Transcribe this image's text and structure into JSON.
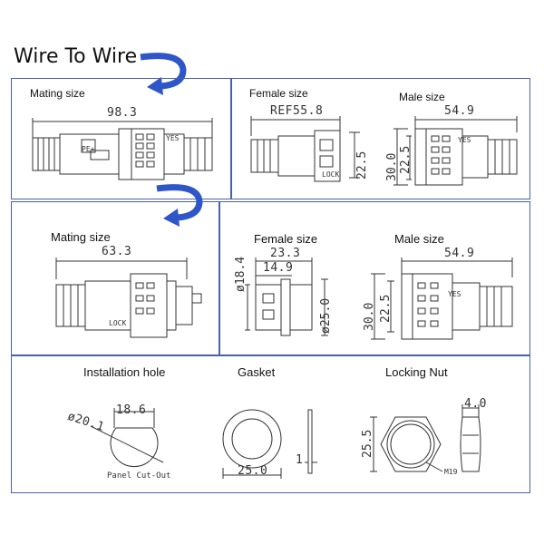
{
  "title": "Wire To Wire",
  "sections": {
    "wire_to_wire": {
      "mating": {
        "label": "Mating size",
        "length": "98.3"
      },
      "female": {
        "label": "Female size",
        "length": "REF55.8",
        "height": "22.5"
      },
      "male": {
        "label": "Male size",
        "length": "54.9",
        "height_outer": "30.0",
        "height_inner": "22.5"
      }
    },
    "panel_mount": {
      "mating": {
        "label": "Mating size",
        "length": "63.3"
      },
      "female": {
        "label": "Female size",
        "length_outer": "23.3",
        "length_inner": "14.9",
        "dia_left": "ø18.4",
        "dia_right": "ø25.0"
      },
      "male": {
        "label": "Male size",
        "length": "54.9",
        "height_outer": "30.0",
        "height_inner": "22.5"
      }
    },
    "accessories": {
      "installation_hole": {
        "label": "Installation hole",
        "dia": "ø20.1",
        "width": "18.6",
        "note": "Panel Cut-Out"
      },
      "gasket": {
        "label": "Gasket",
        "dia": "25.0",
        "thickness": "1"
      },
      "locking_nut": {
        "label": "Locking Nut",
        "thickness": "4.0",
        "height": "25.5",
        "thread": "M19"
      }
    }
  },
  "connector_marks": {
    "tag": "YES",
    "polarity": "PE+",
    "lock": "LOCK"
  },
  "colors": {
    "frame": "#4a5fb0",
    "arrow": "#2f56c8",
    "line": "#333333"
  }
}
